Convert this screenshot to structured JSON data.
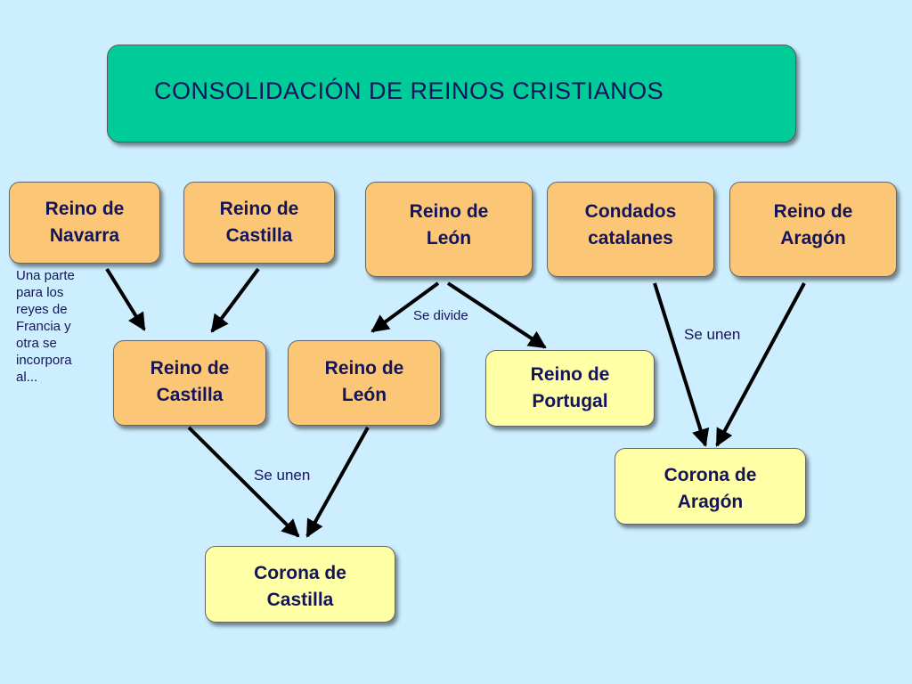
{
  "title": "CONSOLIDACIÓN DE REINOS CRISTIANOS",
  "top_row": {
    "navarra": "Reino de\nNavarra",
    "castilla": "Reino de\nCastilla",
    "leon": "Reino de\nLeón",
    "catalanes": "Condados\ncatalanes",
    "aragon": "Reino de\nAragón"
  },
  "middle_row": {
    "castilla": "Reino de\nCastilla",
    "leon": "Reino de\nLeón",
    "portugal": "Reino de\nPortugal"
  },
  "bottom_row": {
    "corona_castilla": "Corona de\nCastilla",
    "corona_aragon": "Corona de\nAragón"
  },
  "navarra_note": "Una parte\npara los\nreyes de\nFrancia y\notra se\nincorpora\nal...",
  "labels": {
    "se_divide": "Se divide",
    "se_unen_aragon": "Se unen",
    "se_unen_castilla": "Se unen"
  },
  "colors": {
    "background": "#cceeff",
    "title_fill": "#00cc99",
    "kingdom_fill": "#fbc776",
    "result_fill": "#ffffa6",
    "text": "#14145a"
  }
}
